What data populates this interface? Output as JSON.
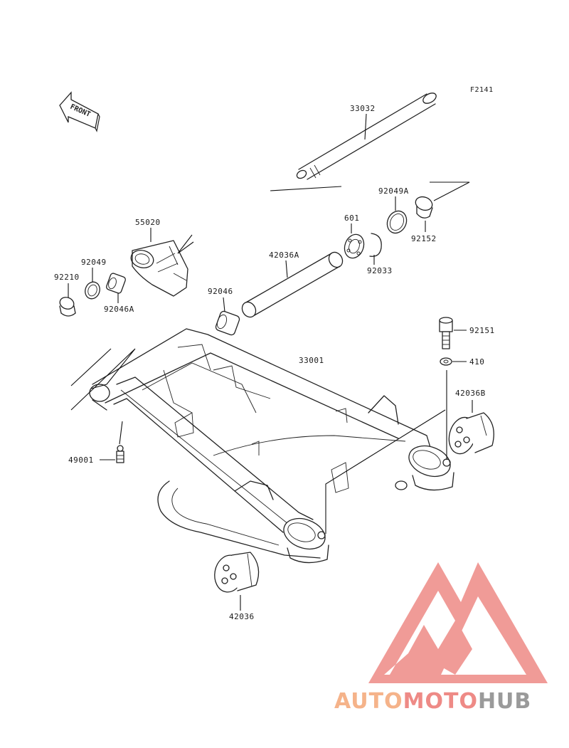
{
  "diagram": {
    "ref_code": "F2141",
    "front_label": "FRONT",
    "parts": {
      "p33032": "33032",
      "p92049A": "92049A",
      "p92152": "92152",
      "p601": "601",
      "p92033": "92033",
      "p42036A": "42036A",
      "p55020": "55020",
      "p92049": "92049",
      "p92210": "92210",
      "p92046A": "92046A",
      "p92046": "92046",
      "p92151": "92151",
      "p410": "410",
      "p33001": "33001",
      "p42036B": "42036B",
      "p49001": "49001",
      "p42036": "42036"
    }
  },
  "watermark": {
    "part1": "AUTO",
    "part2": "MOTO",
    "part3": "HUB",
    "colors": {
      "orange": "#f5b38a",
      "red": "#ee8a86",
      "gray": "#9a9a9a"
    }
  }
}
